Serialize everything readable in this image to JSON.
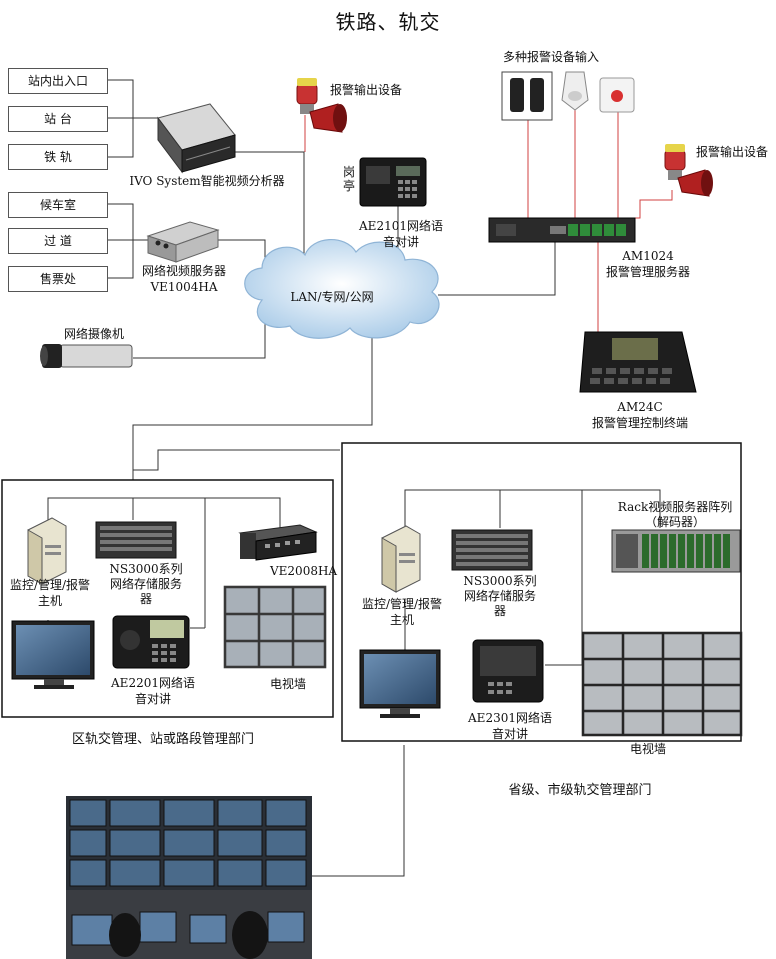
{
  "title": "铁路、轨交",
  "left_inputs": [
    "站内出入口",
    "站 台",
    "铁 轨"
  ],
  "left_inputs2": [
    "候车室",
    "过 道",
    "售票处"
  ],
  "devices": {
    "ivo": "IVO System智能视频分析器",
    "alarm_out_1": "报警输出设备",
    "ve1004_l1": "网络视频服务器",
    "ve1004_l2": "VE1004HA",
    "camera": "网络摄像机",
    "kiosk_vertical": "岗亭",
    "ae2101_l1": "AE2101网络语",
    "ae2101_l2": "音对讲",
    "multi_alarm": "多种报警设备输入",
    "alarm_out_2": "报警输出设备",
    "am1024_l1": "AM1024",
    "am1024_l2": "报警管理服务器",
    "am24c_l1": "AM24C",
    "am24c_l2": "报警管理控制终端",
    "cloud": "LAN/专网/公网"
  },
  "left_dept": {
    "host_l1": "监控/管理/报警",
    "host_l2": "主机",
    "ns_l1": "NS3000系列",
    "ns_l2": "网络存储服务",
    "ns_l3": "器",
    "ve2008": "VE2008HA",
    "ae2201_l1": "AE2201网络语",
    "ae2201_l2": "音对讲",
    "tvwall": "电视墙",
    "caption": "区轨交管理、站或路段管理部门"
  },
  "right_dept": {
    "rack_l1": "Rack视频服务器阵列",
    "rack_l2": "（解码器）",
    "host_l1": "监控/管理/报警",
    "host_l2": "主机",
    "ns_l1": "NS3000系列",
    "ns_l2": "网络存储服务",
    "ns_l3": "器",
    "ae2301_l1": "AE2301网络语",
    "ae2301_l2": "音对讲",
    "tvwall": "电视墙",
    "caption": "省级、市级轨交管理部门"
  },
  "colors": {
    "line": "#333333",
    "red_line": "#d04040",
    "cloud": "#cfe3f5"
  }
}
